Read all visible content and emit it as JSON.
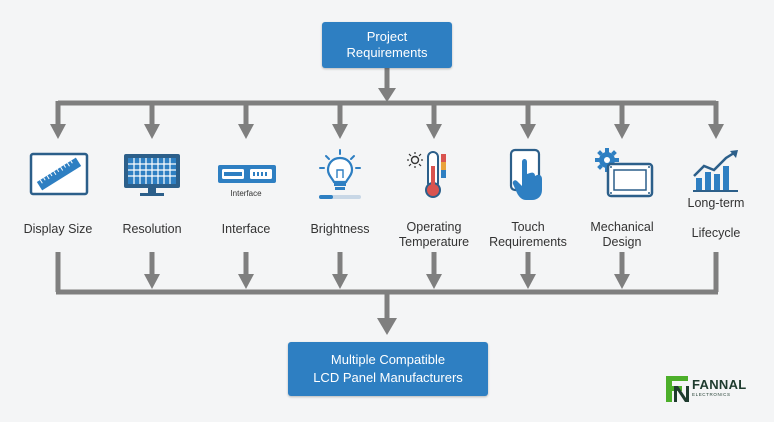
{
  "top": {
    "line1": "Project",
    "line2": "Requirements"
  },
  "bottom": {
    "line1": "Multiple Compatible",
    "line2": "LCD Panel Manufacturers"
  },
  "requirements": [
    {
      "line1": "Display Size",
      "line2": "",
      "icon": "ruler-monitor-icon"
    },
    {
      "line1": "Resolution",
      "line2": "",
      "icon": "pixel-grid-monitor-icon"
    },
    {
      "line1": "Interface",
      "line2": "",
      "icon": "connector-ports-icon",
      "icon_caption": "Interface"
    },
    {
      "line1": "Brightness",
      "line2": "",
      "icon": "lightbulb-icon"
    },
    {
      "line1": "Operating",
      "line2": "Temperature",
      "icon": "thermometer-icon"
    },
    {
      "line1": "Touch",
      "line2": "Requirements",
      "icon": "touch-hand-icon"
    },
    {
      "line1": "Mechanical",
      "line2": "Design",
      "icon": "gear-panel-icon"
    },
    {
      "line1": "Long-term",
      "line2": "Lifecycle",
      "icon": "trend-chart-icon"
    }
  ],
  "logo": {
    "name": "FANNAL",
    "sub": "ELECTRONICS"
  },
  "colors": {
    "accent": "#2e7fc2",
    "connector": "#7f7f7f",
    "logo_green": "#4caf2a"
  }
}
